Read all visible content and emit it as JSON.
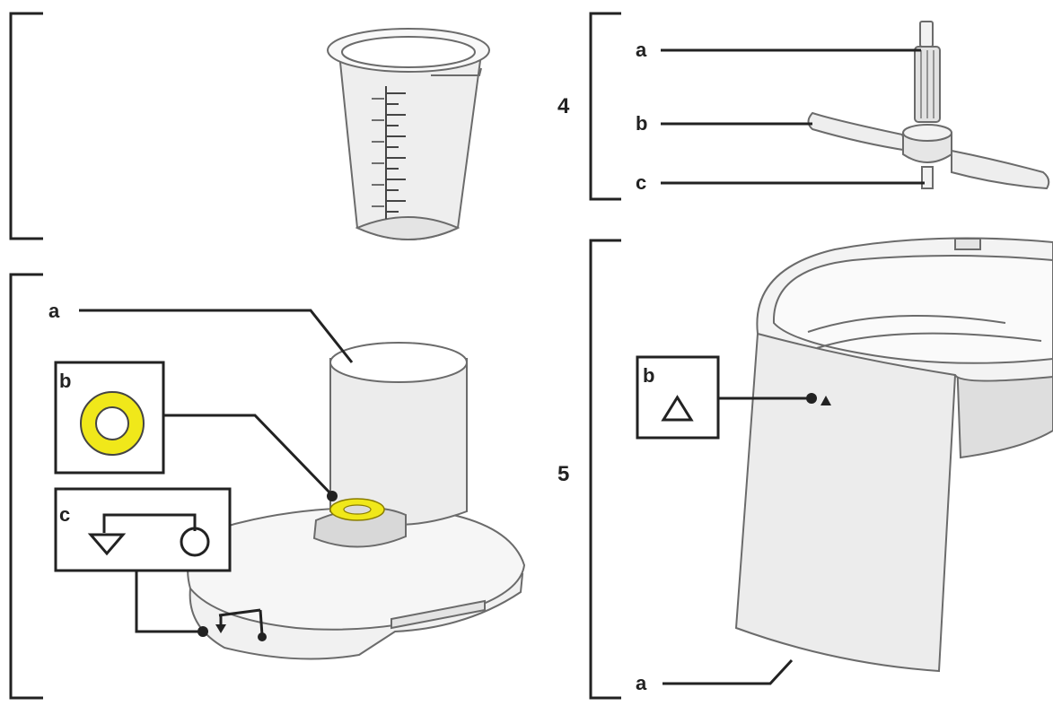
{
  "group_top_left": {
    "label": ""
  },
  "group_4": {
    "number": "4",
    "callouts": {
      "a": "a",
      "b": "b",
      "c": "c"
    }
  },
  "group_bottom_left": {
    "callouts": {
      "a": "a",
      "b": "b",
      "c": "c"
    },
    "colors": {
      "seal_ring": "#f0e81a"
    }
  },
  "group_5": {
    "number": "5",
    "callouts": {
      "a": "a",
      "b": "b"
    }
  },
  "icons": {
    "b_symbol": "yellow-ring-icon",
    "c_symbol": "triangle-circle-link-icon",
    "b5_symbol": "triangle-outline-icon"
  }
}
